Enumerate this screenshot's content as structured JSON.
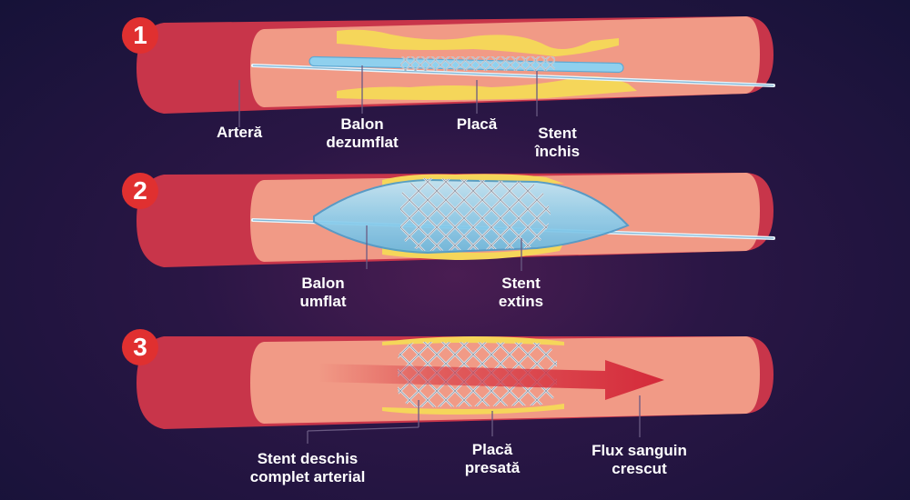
{
  "steps": [
    {
      "number": "1",
      "labels": {
        "artery": "Arteră",
        "deflated_balloon": [
          "Balon",
          "dezumflat"
        ],
        "plaque": "Placă",
        "closed_stent": [
          "Stent",
          "închis"
        ]
      }
    },
    {
      "number": "2",
      "labels": {
        "inflated_balloon": [
          "Balon",
          "umflat"
        ],
        "expanded_stent": [
          "Stent",
          "extins"
        ]
      }
    },
    {
      "number": "3",
      "labels": {
        "open_stent": [
          "Stent deschis",
          "complet arterial"
        ],
        "pressed_plaque": [
          "Placă",
          "presată"
        ],
        "blood_flow": [
          "Flux sanguin",
          "crescut"
        ]
      }
    }
  ],
  "colors": {
    "badge": "#e03030",
    "artery_outer": "#c8354a",
    "artery_inner": "#f19a86",
    "plaque": "#f5d65a",
    "balloon": "#8fd0ee",
    "stent": "#d9dde4",
    "flow_arrow": "#d42a3a"
  }
}
